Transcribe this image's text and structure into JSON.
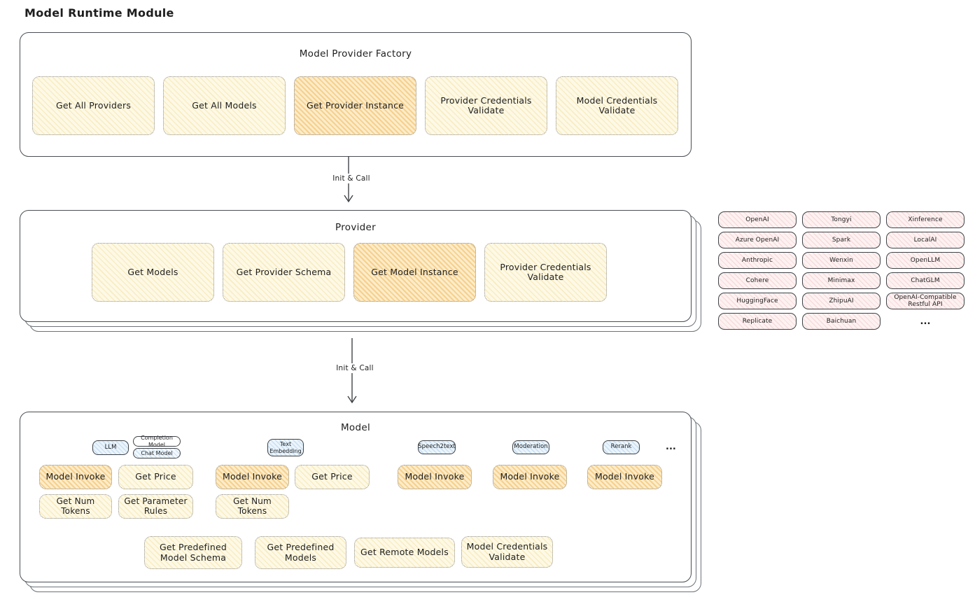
{
  "page_title": "Model Runtime Module",
  "factory": {
    "title": "Model Provider Factory",
    "boxes": [
      "Get All Providers",
      "Get All Models",
      "Get Provider Instance",
      "Provider Credentials Validate",
      "Model Credentials Validate"
    ]
  },
  "arrows": {
    "init_call_1": "Init & Call",
    "init_call_2": "Init & Call"
  },
  "provider": {
    "title": "Provider",
    "boxes": [
      "Get Models",
      "Get Provider Schema",
      "Get Model Instance",
      "Provider Credentials Validate"
    ]
  },
  "providers": {
    "items": [
      "OpenAI",
      "Tongyi",
      "Xinference",
      "Azure OpenAI",
      "Spark",
      "LocalAI",
      "Anthropic",
      "Wenxin",
      "OpenLLM",
      "Cohere",
      "Minimax",
      "ChatGLM",
      "HuggingFace",
      "ZhipuAI",
      "OpenAI-Compatible Restful API",
      "Replicate",
      "Baichuan",
      "..."
    ]
  },
  "model": {
    "title": "Model",
    "tags": {
      "llm": "LLM",
      "completion_model": "Completion Model",
      "chat_model": "Chat Model",
      "text_embedding": "Text Embedding",
      "speech2text": "Speech2text",
      "moderation": "Moderation",
      "rerank": "Rerank",
      "more": "..."
    },
    "functions": {
      "model_invoke": "Model Invoke",
      "get_price": "Get Price",
      "get_num_tokens": "Get Num Tokens",
      "get_parameter_rules": "Get Parameter Rules"
    },
    "bottom": [
      "Get Predefined Model Schema",
      "Get Predefined Models",
      "Get Remote Models",
      "Model Credentials Validate"
    ]
  },
  "colors": {
    "yellow_fill": "#fdf9e6",
    "orange_fill": "#fbeccb",
    "pink_fill": "#fdf2f2",
    "blue_fill": "#ebf4fb",
    "border_dark": "#494f55",
    "text": "#1e1e1e"
  }
}
